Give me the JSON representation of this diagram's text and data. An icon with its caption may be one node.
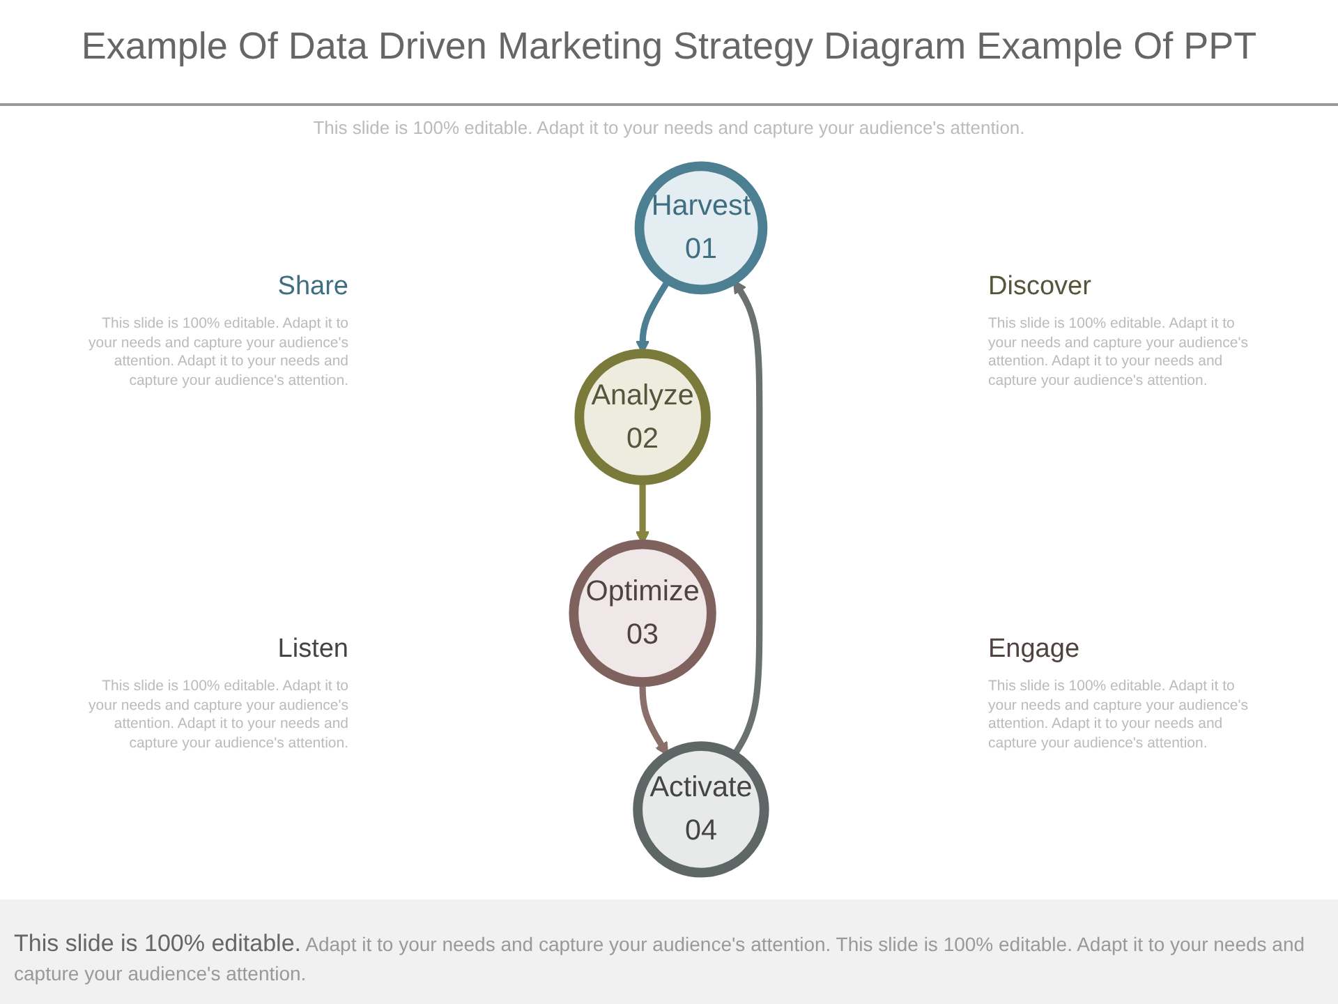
{
  "diagram": {
    "title": "Example Of Data Driven Marketing Strategy Diagram Example Of PPT",
    "caption": "**This slide is 100% editable.** Adapt it to your needs and capture your audience's attention. This slide is 100% editable. Adapt it to your needs and capture your audience's attention.",
    "nodes": [
      {
        "text": [
          "Harvest",
          "01"
        ]
      },
      {
        "text": [
          "Analyze",
          "02"
        ]
      },
      {
        "text": [
          "Optimize",
          "03"
        ]
      },
      {
        "text": [
          "Activate",
          "04"
        ]
      }
    ],
    "edges": [
      {
        "from": 0,
        "to": 1,
        "arrow": "to",
        "color": "#4d7f92"
      },
      {
        "from": 1,
        "to": 2,
        "arrow": "to",
        "color": "#85853f"
      },
      {
        "from": 2,
        "to": 3,
        "arrow": "to",
        "color": "#8a6f6b"
      },
      {
        "from": 3,
        "to": 0,
        "arrow": "to",
        "color": "#6b7170"
      }
    ],
    "labels": [
      "This slide is 100% editable. Adapt it to your needs and capture your audience's attention.",
      "Share",
      "This slide is 100% editable. Adapt it to your needs and capture your audience's attention. Adapt it to your needs and capture your audience's attention.",
      "Discover",
      "This slide is 100% editable. Adapt it to your needs and capture your audience's attention. Adapt it to your needs and capture your audience's attention.",
      "Listen",
      "This slide is 100% editable. Adapt it to your needs and capture your audience's attention. Adapt it to your needs and capture your audience's attention.",
      "Engage",
      "This slide is 100% editable. Adapt it to your needs and capture your audience's attention. Adapt it to your needs and capture your audience's attention."
    ]
  }
}
